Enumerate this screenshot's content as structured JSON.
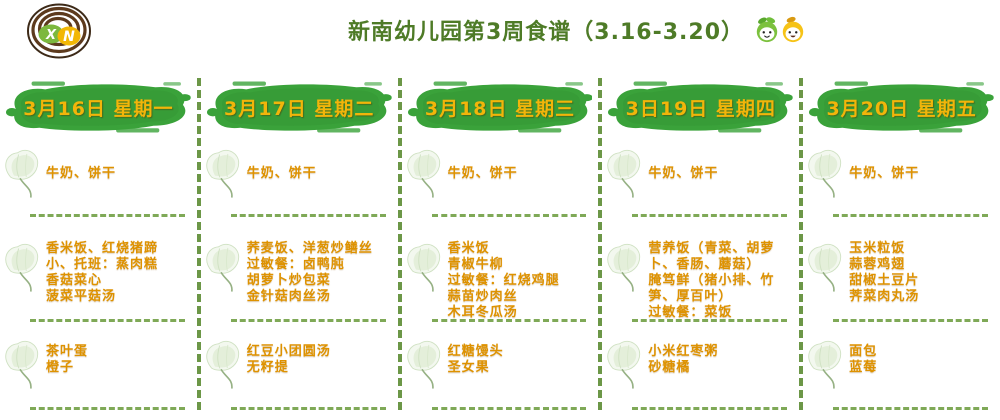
{
  "title": {
    "text": "新南幼儿园第3周食谱（3.16-3.20）",
    "mascots": [
      "green-sprout-mascot",
      "yellow-sprout-mascot"
    ]
  },
  "logo": {
    "letters": [
      "X",
      "N"
    ]
  },
  "colors": {
    "title_green": "#4e7b27",
    "brush_green": "#3aa23a",
    "header_yellow": "#f2b50a",
    "menu_orange": "#de9200",
    "dash_green": "#7fa957",
    "divider_green": "#6c9747"
  },
  "columns": [
    {
      "date": "3月16日 星期一",
      "breakfast": "牛奶、饼干",
      "lunch": [
        "香米饭、红烧猪蹄",
        "小、托班：蒸肉糕",
        "香菇菜心",
        "菠菜平菇汤"
      ],
      "snack": [
        "茶叶蛋",
        "橙子"
      ]
    },
    {
      "date": "3月17日 星期二",
      "breakfast": "牛奶、饼干",
      "lunch": [
        "荞麦饭、洋葱炒鳝丝",
        "过敏餐：卤鸭肫",
        "胡萝卜炒包菜",
        "金针菇肉丝汤"
      ],
      "snack": [
        "红豆小团圆汤",
        "无籽提"
      ]
    },
    {
      "date": "3月18日 星期三",
      "breakfast": "牛奶、饼干",
      "lunch": [
        "香米饭",
        "青椒牛柳",
        "过敏餐：红烧鸡腿",
        "蒜苗炒肉丝",
        "木耳冬瓜汤"
      ],
      "snack": [
        "红糖馒头",
        "圣女果"
      ]
    },
    {
      "date": "3日19日 星期四",
      "breakfast": "牛奶、饼干",
      "lunch": [
        "营养饭（青菜、胡萝卜、香肠、蘑菇）",
        "腌笃鲜（猪小排、竹笋、厚百叶）",
        "过敏餐：菜饭"
      ],
      "snack": [
        "小米红枣粥",
        "砂糖橘"
      ]
    },
    {
      "date": "3月20日 星期五",
      "breakfast": "牛奶、饼干",
      "lunch": [
        "玉米粒饭",
        "蒜蓉鸡翅",
        "甜椒土豆片",
        "荠菜肉丸汤"
      ],
      "snack": [
        "面包",
        "蓝莓"
      ]
    }
  ]
}
